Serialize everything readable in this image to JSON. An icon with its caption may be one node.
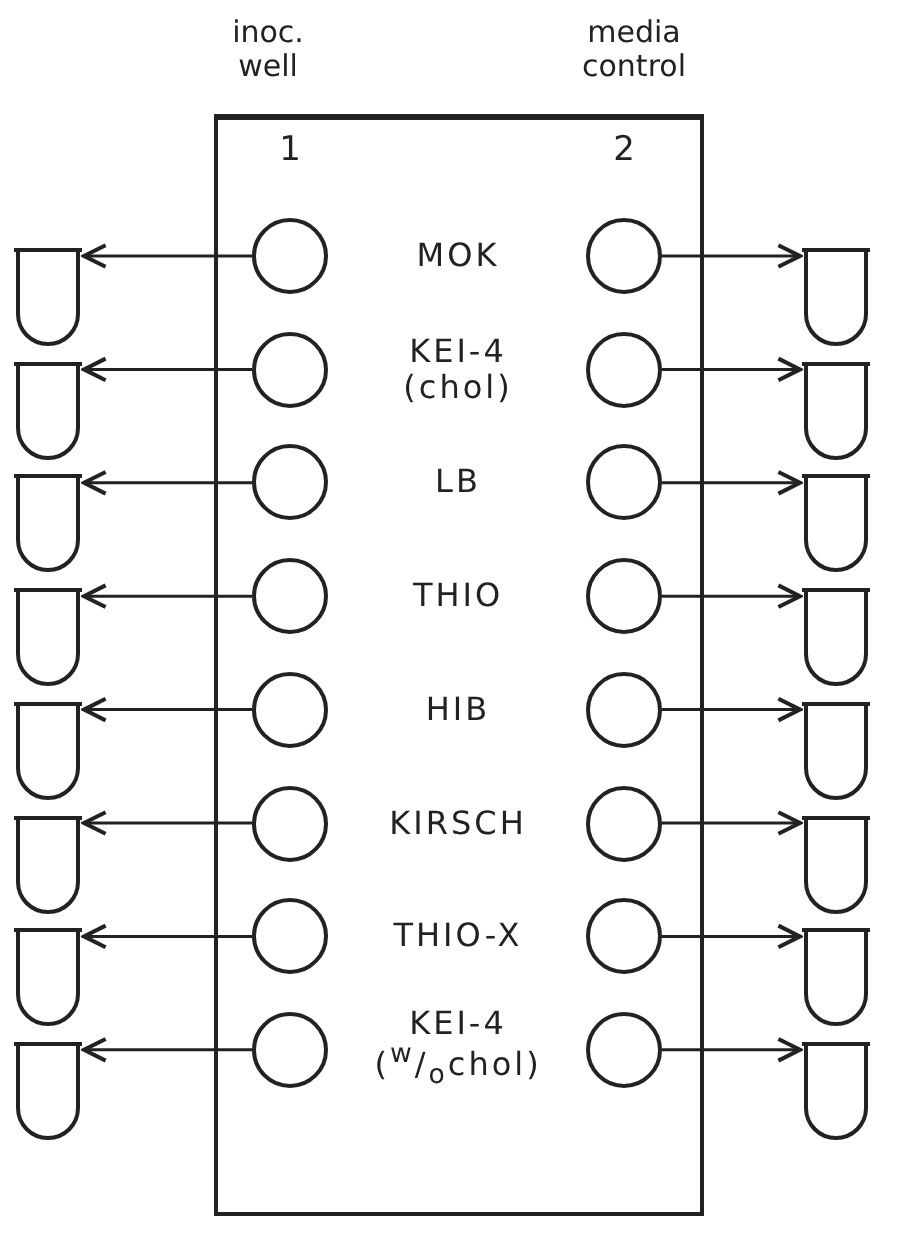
{
  "diagram": {
    "nodes": [
      {
        "text": [],
        "shape": "box"
      },
      {
        "text": [],
        "shape": "tube"
      },
      {
        "text": [],
        "shape": "circle",
        "in": 0
      },
      {
        "text": [],
        "shape": "circle",
        "in": 0
      },
      {
        "text": [],
        "shape": "tube"
      },
      {
        "text": [],
        "shape": "tube"
      },
      {
        "text": [],
        "shape": "circle",
        "in": 0
      },
      {
        "text": [],
        "shape": "circle",
        "in": 0
      },
      {
        "text": [],
        "shape": "tube"
      },
      {
        "text": [],
        "shape": "tube"
      },
      {
        "text": [],
        "shape": "circle",
        "in": 0
      },
      {
        "text": [],
        "shape": "circle",
        "in": 0
      },
      {
        "text": [],
        "shape": "tube"
      },
      {
        "text": [],
        "shape": "tube"
      },
      {
        "text": [],
        "shape": "circle",
        "in": 0
      },
      {
        "text": [],
        "shape": "circle",
        "in": 0
      },
      {
        "text": [],
        "shape": "tube"
      },
      {
        "text": [],
        "shape": "tube"
      },
      {
        "text": [],
        "shape": "circle",
        "in": 0
      },
      {
        "text": [],
        "shape": "circle",
        "in": 0
      },
      {
        "text": [],
        "shape": "tube"
      },
      {
        "text": [],
        "shape": "tube"
      },
      {
        "text": [],
        "shape": "circle",
        "in": 0
      },
      {
        "text": [],
        "shape": "circle",
        "in": 0
      },
      {
        "text": [],
        "shape": "tube"
      },
      {
        "text": [],
        "shape": "tube"
      },
      {
        "text": [],
        "shape": "circle",
        "in": 0
      },
      {
        "text": [],
        "shape": "circle",
        "in": 0
      },
      {
        "text": [],
        "shape": "tube"
      },
      {
        "text": [],
        "shape": "tube"
      },
      {
        "text": [],
        "shape": "circle",
        "in": 0
      },
      {
        "text": [],
        "shape": "circle",
        "in": 0
      },
      {
        "text": [],
        "shape": "tube"
      }
    ],
    "edges": [
      {
        "from": 2,
        "to": 1,
        "arrow": "to"
      },
      {
        "from": 3,
        "to": 4,
        "arrow": "to"
      },
      {
        "from": 6,
        "to": 5,
        "arrow": "to"
      },
      {
        "from": 7,
        "to": 8,
        "arrow": "to"
      },
      {
        "from": 10,
        "to": 9,
        "arrow": "to"
      },
      {
        "from": 11,
        "to": 12,
        "arrow": "to"
      },
      {
        "from": 14,
        "to": 13,
        "arrow": "to"
      },
      {
        "from": 15,
        "to": 16,
        "arrow": "to"
      },
      {
        "from": 18,
        "to": 17,
        "arrow": "to"
      },
      {
        "from": 19,
        "to": 20,
        "arrow": "to"
      },
      {
        "from": 22,
        "to": 21,
        "arrow": "to"
      },
      {
        "from": 23,
        "to": 24,
        "arrow": "to"
      },
      {
        "from": 26,
        "to": 25,
        "arrow": "to"
      },
      {
        "from": 27,
        "to": 28,
        "arrow": "to"
      },
      {
        "from": 30,
        "to": 29,
        "arrow": "to"
      },
      {
        "from": 31,
        "to": 32,
        "arrow": "to"
      }
    ],
    "labels": [
      "inoc. well",
      "media control",
      "1",
      "2",
      "MOK",
      "KEI-4 (chol)",
      "LB",
      "THIO",
      "HIB",
      "KIRSCH",
      "THIO-X",
      "KEI-4 ($^{w}$/$_{o}$chol)"
    ]
  }
}
